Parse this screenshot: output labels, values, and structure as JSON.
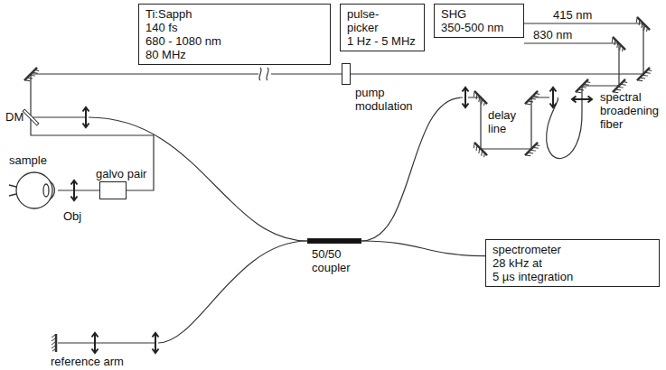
{
  "diagram": {
    "nodes": [
      {
        "text": [
          "Ti:Sapph",
          "140 fs",
          "680 - 1080 nm",
          "80 MHz"
        ]
      },
      {
        "text": [
          "pulse-picker",
          "1 Hz - 5 MHz"
        ]
      },
      {
        "text": [
          "SHG",
          "350-500 nm"
        ]
      },
      {
        "text": [
          "pump modulation"
        ]
      },
      {
        "text": [
          "galvo pair"
        ]
      },
      {
        "text": [
          "50/50 coupler"
        ]
      },
      {
        "text": [
          "spectrometer",
          "28 kHz at",
          "5 µs integration"
        ]
      }
    ],
    "edges": [
      {
        "from": 5,
        "to": 6,
        "arrow": "none"
      }
    ],
    "labels": [
      "415 nm",
      "830 nm",
      "DM",
      "sample",
      "Obj",
      "reference arm",
      "delay line",
      "spectral broadening fiber"
    ]
  }
}
